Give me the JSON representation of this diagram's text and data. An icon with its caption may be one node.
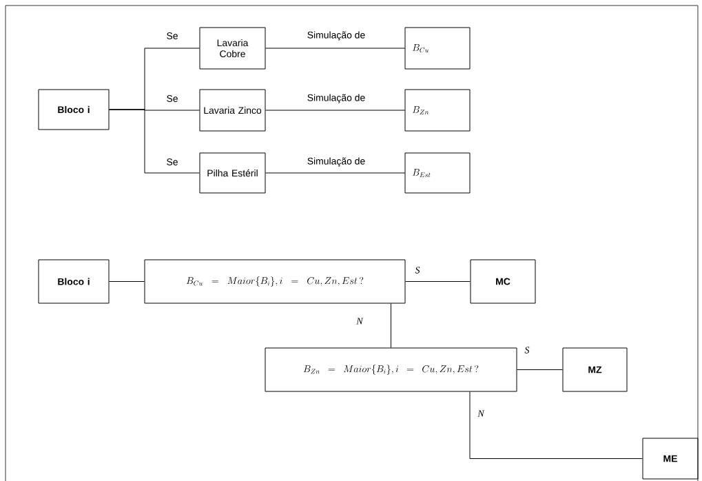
{
  "diagram": {
    "nodes": [
      {
        "text": [
          "Bloco i"
        ]
      },
      {
        "text": [
          "Lavaria Cobre"
        ]
      },
      {
        "text": [
          "B_{Cu}"
        ]
      },
      {
        "text": [
          "Lavaria Zinco"
        ]
      },
      {
        "text": [
          "B_{Zn}"
        ]
      },
      {
        "text": [
          "Pilha Estéril"
        ]
      },
      {
        "text": [
          "B_{Est}"
        ]
      },
      {
        "text": [
          "Bloco i"
        ]
      },
      {
        "text": [
          "B_{Cu} = Maior\\{B_i\\}, i = Cu, Zn, Est\\,?"
        ]
      },
      {
        "text": [
          "MC"
        ]
      },
      {
        "text": [
          "B_{Zn} = Maior\\{B_i\\}, i = Cu, Zn, Est\\,?"
        ]
      },
      {
        "text": [
          "MZ"
        ]
      },
      {
        "text": [
          "ME"
        ]
      }
    ],
    "edges": [
      {
        "from": 0,
        "to": 1,
        "arrow": "none",
        "label": "Se"
      },
      {
        "from": 0,
        "to": 3,
        "arrow": "none",
        "label": "Se"
      },
      {
        "from": 0,
        "to": 5,
        "arrow": "none",
        "label": "Se"
      },
      {
        "from": 1,
        "to": 2,
        "arrow": "none",
        "label": "Simulação de"
      },
      {
        "from": 3,
        "to": 4,
        "arrow": "none",
        "label": "Simulação de"
      },
      {
        "from": 5,
        "to": 6,
        "arrow": "none",
        "label": "Simulação de"
      },
      {
        "from": 7,
        "to": 8,
        "arrow": "none"
      },
      {
        "from": 8,
        "to": 9,
        "arrow": "none",
        "label": "S"
      },
      {
        "from": 8,
        "to": 10,
        "arrow": "none",
        "label": "N"
      },
      {
        "from": 10,
        "to": 11,
        "arrow": "none",
        "label": "S"
      },
      {
        "from": 10,
        "to": 12,
        "arrow": "none",
        "label": "N"
      }
    ]
  }
}
